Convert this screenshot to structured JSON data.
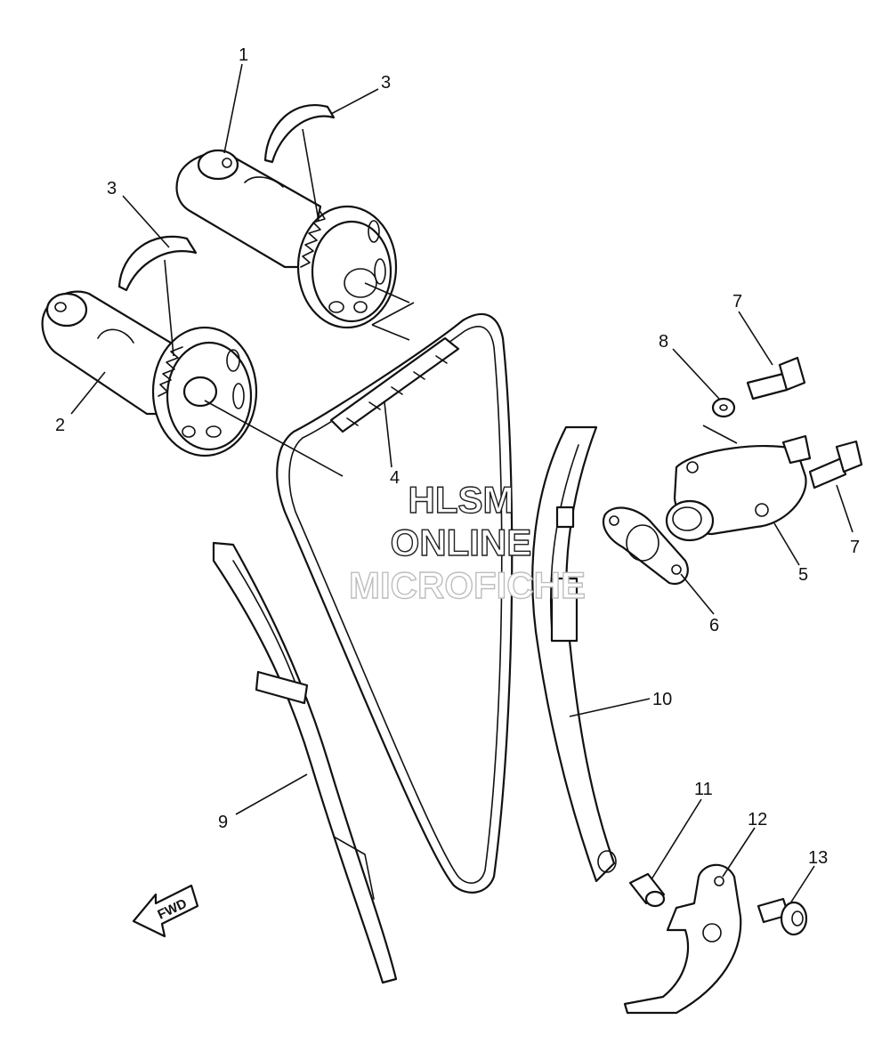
{
  "watermark": {
    "line1": "HLSM",
    "line2": "ONLINE",
    "line3": "MICROFICHE"
  },
  "fwd_label": "FWD",
  "callouts": [
    {
      "id": "c1",
      "text": "1"
    },
    {
      "id": "c2",
      "text": "2"
    },
    {
      "id": "c3a",
      "text": "3"
    },
    {
      "id": "c3b",
      "text": "3"
    },
    {
      "id": "c4",
      "text": "4"
    },
    {
      "id": "c5",
      "text": "5"
    },
    {
      "id": "c6",
      "text": "6"
    },
    {
      "id": "c7a",
      "text": "7"
    },
    {
      "id": "c7b",
      "text": "7"
    },
    {
      "id": "c8",
      "text": "8"
    },
    {
      "id": "c9",
      "text": "9"
    },
    {
      "id": "c10",
      "text": "10"
    },
    {
      "id": "c11",
      "text": "11"
    },
    {
      "id": "c12",
      "text": "12"
    },
    {
      "id": "c13",
      "text": "13"
    }
  ]
}
